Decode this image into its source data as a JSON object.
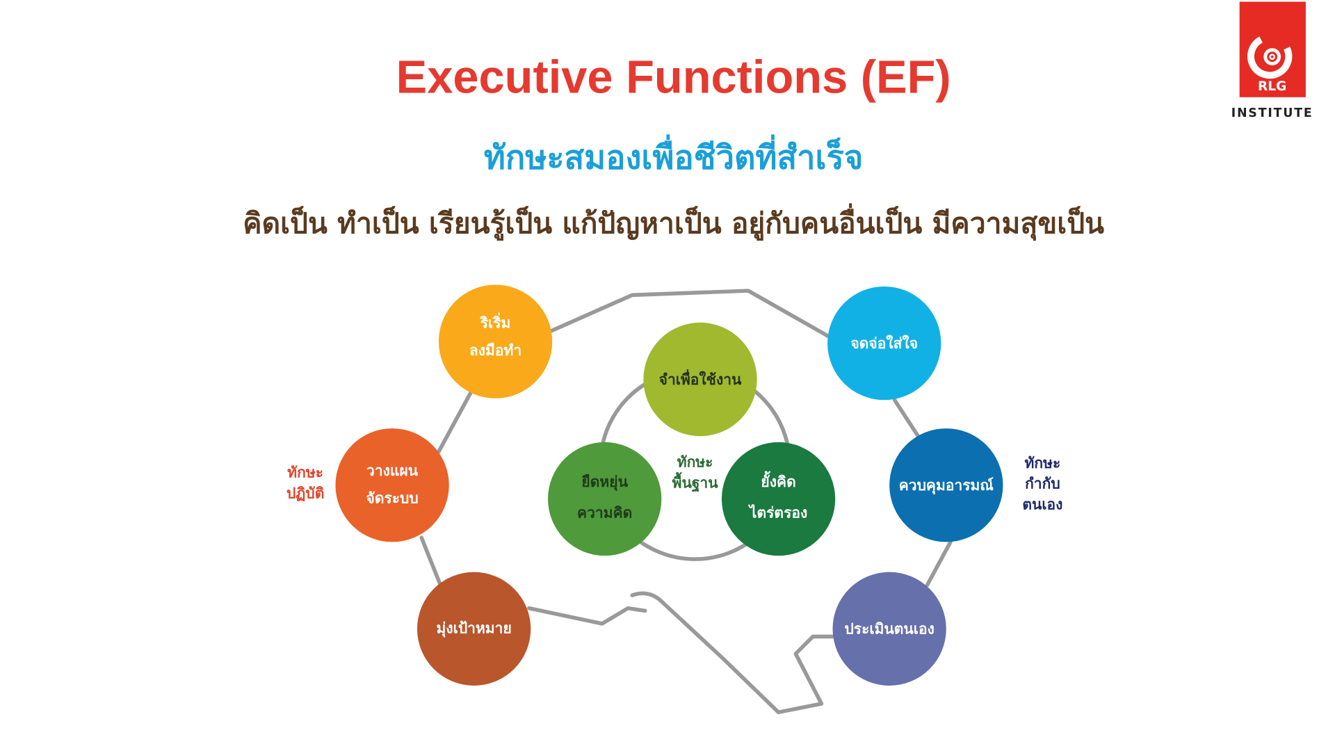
{
  "header": {
    "title": "Executive Functions (EF)",
    "subtitle": "ทักษะสมองเพื่อชีวิตที่สำเร็จ",
    "tagline": "คิดเป็น ทำเป็น เรียนรู้เป็น แก้ปัญหาเป็น อยู่กับคนอื่นเป็น มีความสุขเป็น"
  },
  "logo": {
    "mark": "RLG",
    "text": "INSTITUTE",
    "color": "#e52b24"
  },
  "groups": {
    "practical": {
      "line1": "ทักษะ",
      "line2": "ปฏิบัติ",
      "color": "#e0452a"
    },
    "basic": {
      "line1": "ทักษะ",
      "line2": "พื้นฐาน",
      "color": "#2b6b35"
    },
    "self_regulation": {
      "line1": "ทักษะ",
      "line2": "กำกับ",
      "line3": "ตนเอง",
      "color": "#1e2a6b"
    }
  },
  "skills": [
    {
      "line1": "ริเริ่ม",
      "line2": "ลงมือทำ",
      "color": "#f9a91a"
    },
    {
      "line1": "วางแผน",
      "line2": "จัดระบบ",
      "color": "#e8622a"
    },
    {
      "line1": "มุ่งเป้าหมาย",
      "color": "#b9562c"
    },
    {
      "line1": "จำเพื่อใช้งาน",
      "color": "#a0b92e"
    },
    {
      "line1": "ยืดหยุ่น",
      "line2": "ความคิด",
      "color": "#4f9a3a"
    },
    {
      "line1": "ยั้งคิด",
      "line2": "ไตร่ตรอง",
      "color": "#1a7a3f"
    },
    {
      "line1": "จดจ่อใส่ใจ",
      "color": "#12b1e5"
    },
    {
      "line1": "ควบคุมอารมณ์",
      "color": "#0b6fb0"
    },
    {
      "line1": "ประเมินตนเอง",
      "color": "#6670ab"
    }
  ]
}
